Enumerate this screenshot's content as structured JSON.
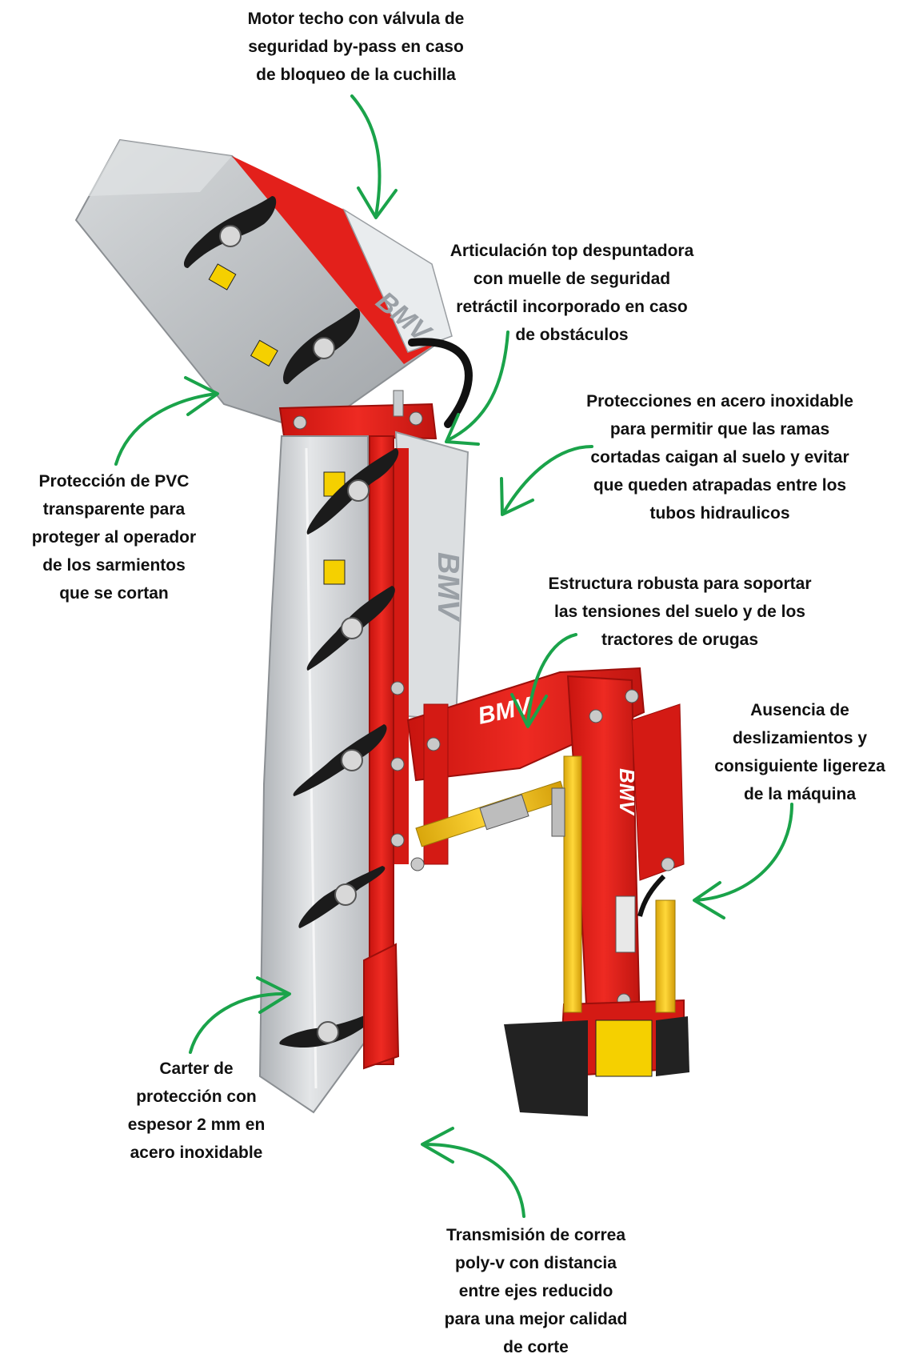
{
  "callouts": [
    {
      "lines": [
        "Motor techo con válvula de",
        "seguridad by-pass en caso",
        "de bloqueo de la cuchilla"
      ]
    },
    {
      "lines": [
        "Articulación top despuntadora",
        "con muelle de seguridad",
        "retráctil incorporado en caso",
        "de obstáculos"
      ]
    },
    {
      "lines": [
        "Protecciones en acero inoxidable",
        "para permitir que las ramas",
        "cortadas caigan al suelo y evitar",
        "que queden atrapadas entre los",
        "tubos hidraulicos"
      ]
    },
    {
      "lines": [
        "Protección de PVC",
        "transparente para",
        "proteger al operador",
        "de los sarmientos",
        "que se cortan"
      ]
    },
    {
      "lines": [
        "Estructura robusta para soportar",
        "las tensiones del suelo y de los",
        "tractores de orugas"
      ]
    },
    {
      "lines": [
        "Ausencia de",
        "deslizamientos y",
        "consiguiente ligereza",
        "de la máquina"
      ]
    },
    {
      "lines": [
        "Carter de",
        "protección con",
        "espesor 2 mm en",
        "acero inoxidable"
      ]
    },
    {
      "lines": [
        "Transmisión de correa",
        "poly-v con distancia",
        "entre ejes reducido",
        "para una mejor calidad",
        "de corte"
      ]
    }
  ],
  "logo_text": "BMV",
  "colors": {
    "arrow": "#1aa34a",
    "frame_red": "#e3201b",
    "steel": "#c9cccf",
    "cylinder": "#f2c21a",
    "blade": "#1b1b1b"
  }
}
